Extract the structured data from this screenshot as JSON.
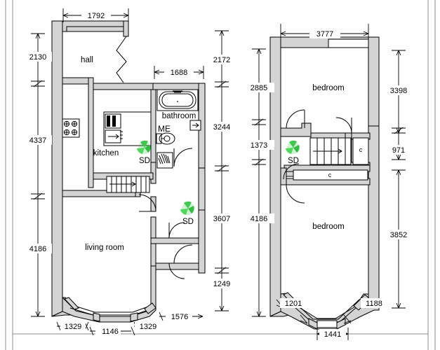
{
  "document": {
    "type": "architectural-floor-plan",
    "sheet_background": "#ffffff",
    "line_color": "#000000",
    "wall_fill": "#d4d4d4",
    "smoke_alarm_color": "#2fbe3f"
  },
  "plans": [
    {
      "id": "ground-floor",
      "rooms": [
        {
          "key": "hall",
          "label": "hall"
        },
        {
          "key": "kitchen",
          "label": "kitchen"
        },
        {
          "key": "bathroom",
          "label": "bathroom"
        },
        {
          "key": "living_room",
          "label": "living room"
        }
      ],
      "annotations": [
        {
          "key": "me",
          "label": "ME"
        },
        {
          "key": "sd_kitchen",
          "label": "SD"
        },
        {
          "key": "sd_hall_lower",
          "label": "SD"
        }
      ],
      "dimensions": {
        "top": [
          {
            "key": "hall_width",
            "value": "1792"
          },
          {
            "key": "bathroom_width",
            "value": "1688"
          }
        ],
        "left": [
          {
            "key": "hall_depth",
            "value": "2130"
          },
          {
            "key": "kitchen_depth",
            "value": "4337"
          },
          {
            "key": "living_room_depth",
            "value": "4186"
          }
        ],
        "right": [
          {
            "key": "upper_right",
            "value": "2172"
          },
          {
            "key": "mid_right",
            "value": "3244"
          },
          {
            "key": "lower_right",
            "value": "3607"
          },
          {
            "key": "bay_right",
            "value": "1249"
          }
        ],
        "bottom": [
          {
            "key": "bay_left_splay",
            "value": "1329"
          },
          {
            "key": "bay_centre",
            "value": "1146"
          },
          {
            "key": "bay_right_splay",
            "value": "1329"
          },
          {
            "key": "rear_offset",
            "value": "1576"
          }
        ]
      }
    },
    {
      "id": "first-floor",
      "rooms": [
        {
          "key": "bedroom_rear",
          "label": "bedroom"
        },
        {
          "key": "bedroom_front",
          "label": "bedroom"
        },
        {
          "key": "cupboard_1",
          "label": "c"
        },
        {
          "key": "cupboard_2",
          "label": "c"
        }
      ],
      "annotations": [
        {
          "key": "sd_landing",
          "label": "SD"
        }
      ],
      "dimensions": {
        "top": [
          {
            "key": "overall_width",
            "value": "3777"
          }
        ],
        "left": [
          {
            "key": "bedroom_rear_depth",
            "value": "2885"
          },
          {
            "key": "landing_depth",
            "value": "1373"
          },
          {
            "key": "bedroom_front_depth",
            "value": "4186"
          }
        ],
        "right": [
          {
            "key": "bedroom_rear_right",
            "value": "3398"
          },
          {
            "key": "cupboard_right",
            "value": "971"
          },
          {
            "key": "bedroom_front_right",
            "value": "3852"
          }
        ],
        "bottom": [
          {
            "key": "bay_left_splay",
            "value": "1201"
          },
          {
            "key": "bay_centre",
            "value": "1441"
          },
          {
            "key": "bay_right_splay",
            "value": "1188"
          }
        ]
      }
    }
  ]
}
